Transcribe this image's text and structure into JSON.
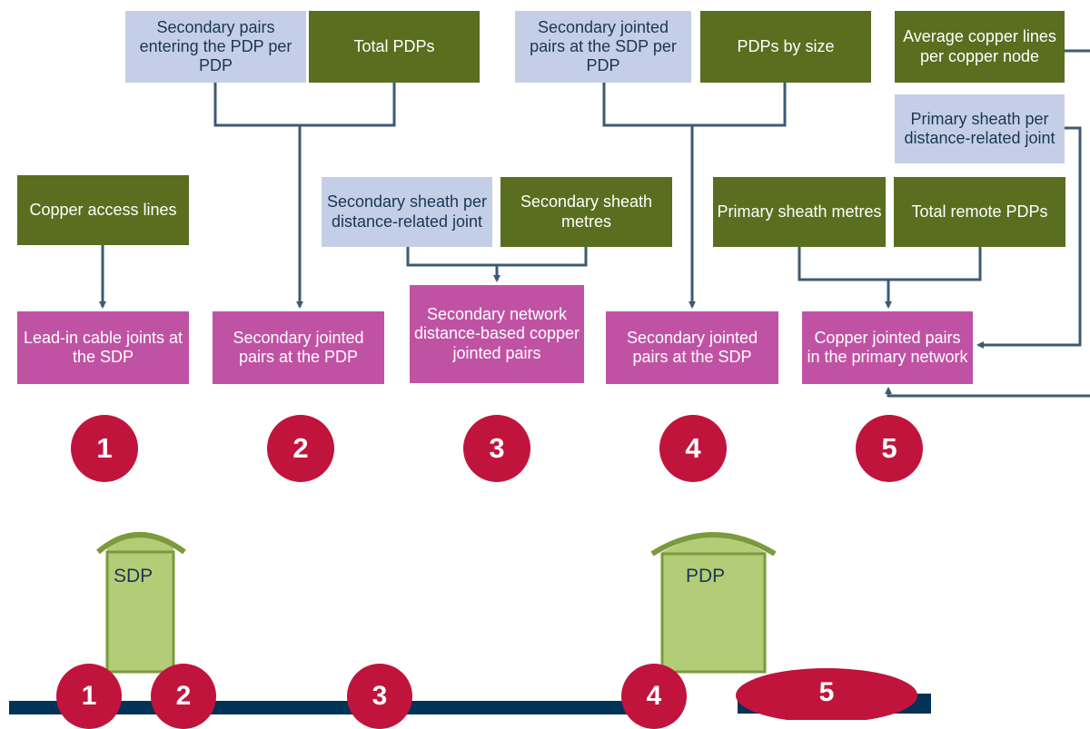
{
  "colors": {
    "green_box": "#5a6e1f",
    "blue_box": "#c4cfe7",
    "pink_box": "#c052a4",
    "connector": "#3e5a73",
    "badge": "#c0143c",
    "cabinet_fill": "#b3cc78",
    "cabinet_stroke": "#7b9a3c",
    "cable": "#003355"
  },
  "inputs": {
    "sec_pairs_entering_pdp": "Secondary pairs entering the PDP per PDP",
    "total_pdps": "Total PDPs",
    "sec_jointed_pairs_sdp_per_pdp": "Secondary jointed pairs at the SDP per PDP",
    "pdps_by_size": "PDPs by size",
    "avg_copper_lines": "Average copper lines per copper node",
    "primary_sheath_per_joint": "Primary sheath per distance-related joint",
    "copper_access_lines": "Copper access lines",
    "sec_sheath_per_joint": "Secondary sheath per distance-related joint",
    "sec_sheath_metres": "Secondary sheath metres",
    "primary_sheath_metres": "Primary sheath metres",
    "total_remote_pdps": "Total remote PDPs"
  },
  "outputs": {
    "lead_in_joints": "Lead-in cable joints at the SDP",
    "sec_jointed_pdp": "Secondary jointed pairs at the PDP",
    "sec_network_distance": "Secondary network distance-based copper jointed pairs",
    "sec_jointed_sdp": "Secondary jointed pairs at the SDP",
    "copper_jointed_primary": "Copper jointed pairs in the primary network"
  },
  "badges": [
    "1",
    "2",
    "3",
    "4",
    "5"
  ],
  "cabinets": {
    "sdp": "SDP",
    "pdp": "PDP"
  },
  "icons": {
    "arrow": "arrow-head-icon",
    "cabinet": "cabinet-icon"
  }
}
